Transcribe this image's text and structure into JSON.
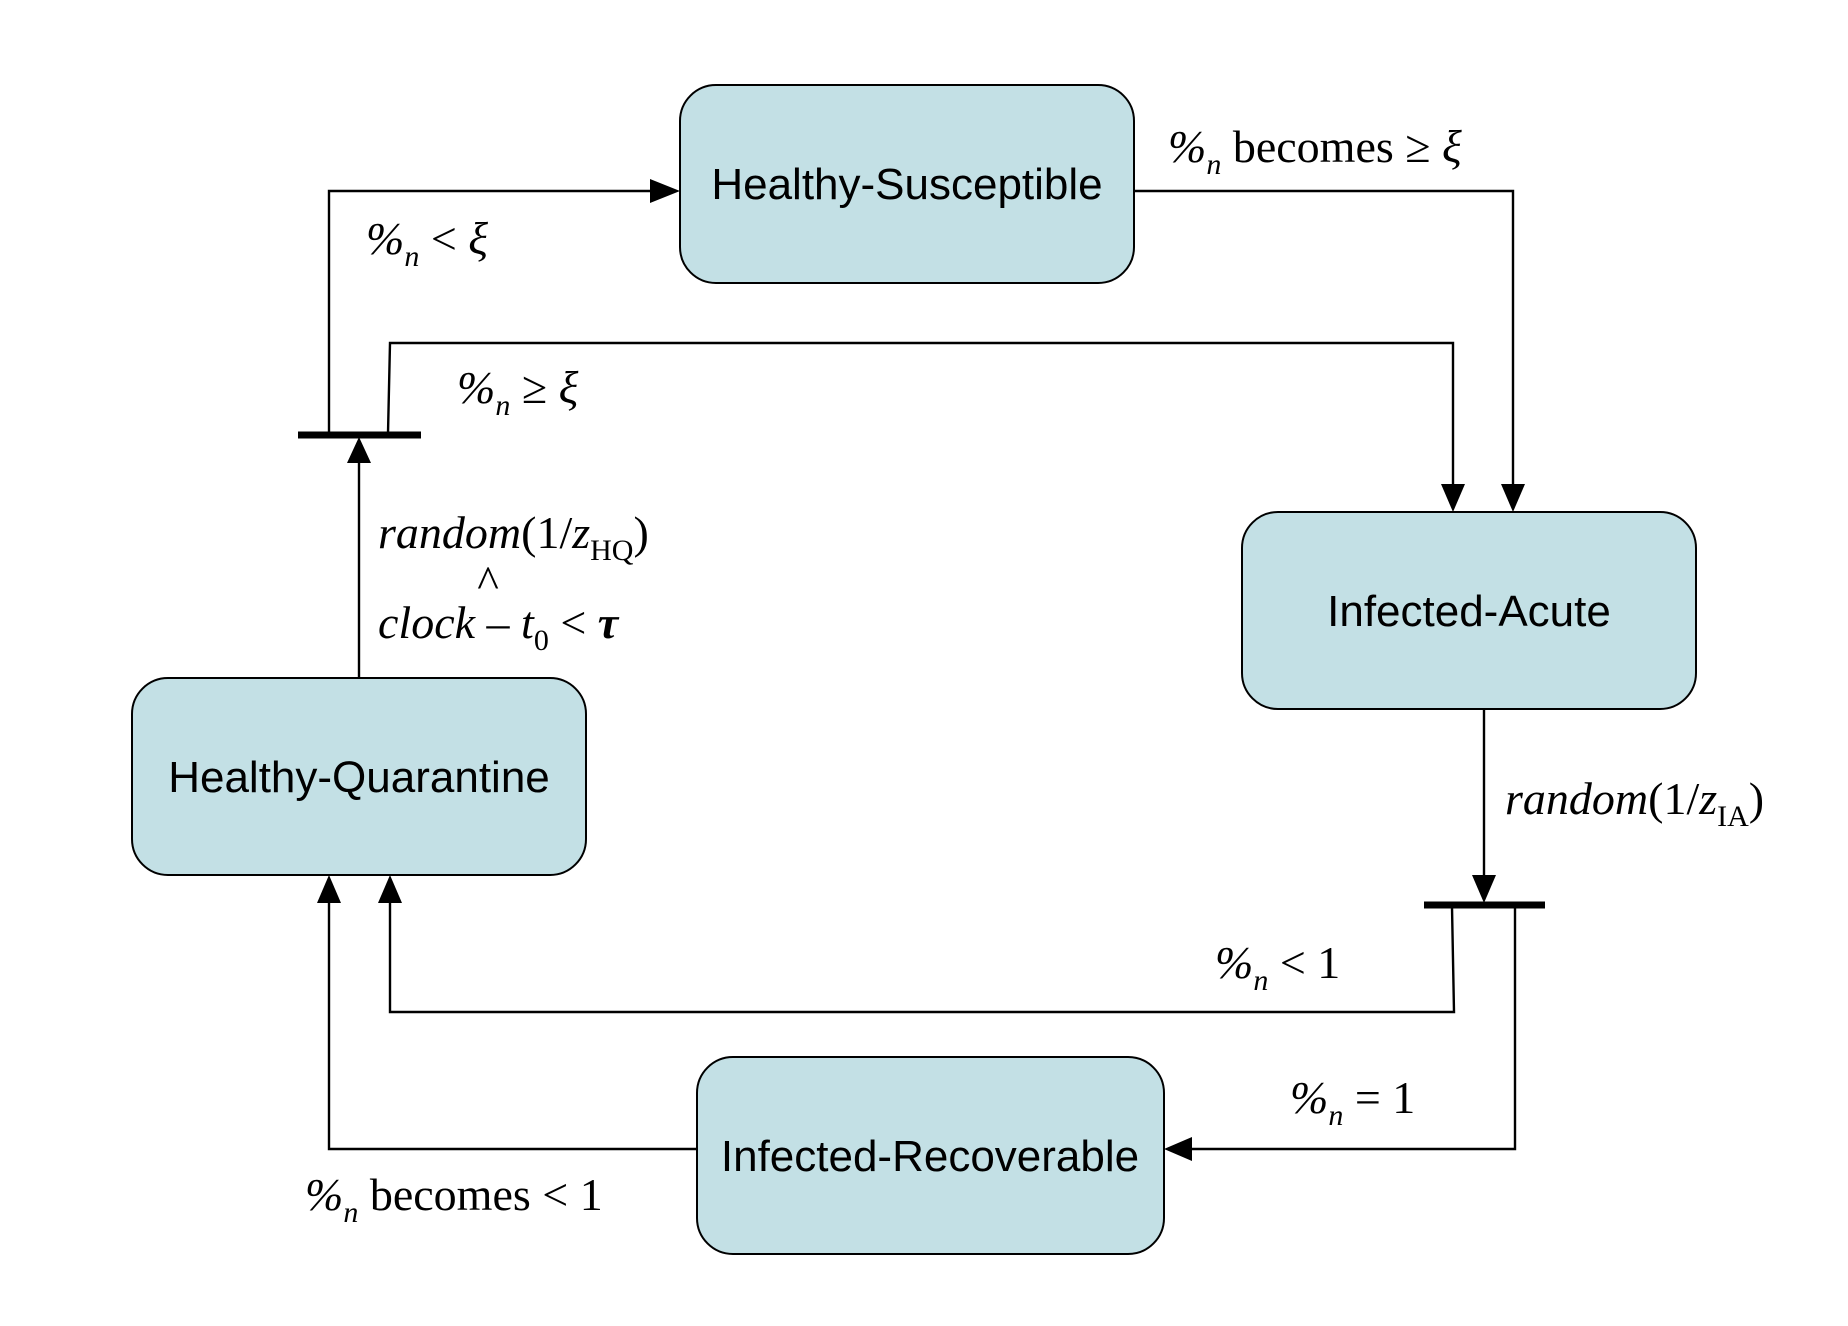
{
  "states": {
    "healthy_susceptible": "Healthy-Susceptible",
    "infected_acute": "Infected-Acute",
    "healthy_quarantine": "Healthy-Quarantine",
    "infected_recoverable": "Infected-Recoverable"
  },
  "conditions": {
    "hs_to_ia": {
      "pct": "%",
      "sub": "n",
      "rest": " becomes ≥ ",
      "xi": "ξ"
    },
    "to_hs": {
      "pct": "%",
      "sub": "n",
      "op": " < ",
      "xi": "ξ"
    },
    "to_ia": {
      "pct": "%",
      "sub": "n",
      "op": " ≥ ",
      "xi": "ξ"
    },
    "hq_random": {
      "fn": "random",
      "open": "(1/",
      "z": "z",
      "sub": "HQ",
      "close": ")"
    },
    "hq_and": "^",
    "hq_clock": {
      "clock": "clock",
      "minus": " – ",
      "t": "t",
      "t_sub": "0",
      "lt": " < ",
      "tau": "τ"
    },
    "ia_random": {
      "fn": "random",
      "open": "(1/",
      "z": "z",
      "sub": "IA",
      "close": ")"
    },
    "to_hq": {
      "pct": "%",
      "sub": "n",
      "rest": " < 1"
    },
    "to_ir": {
      "pct": "%",
      "sub": "n",
      "rest": " = 1"
    },
    "ir_to_hq": {
      "pct": "%",
      "sub": "n",
      "rest": " becomes < 1"
    }
  },
  "colors": {
    "state_fill": "#c3e0e5",
    "line": "#000000"
  }
}
